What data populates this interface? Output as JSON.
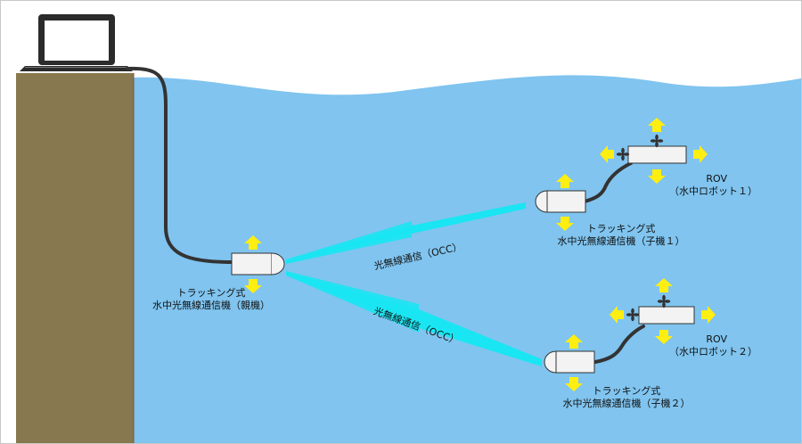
{
  "colors": {
    "water": "#80c4ef",
    "pier": "#87784f",
    "beam": "#19e6f2",
    "arrow": "#ffee11",
    "cable": "#333333",
    "device": "#f3f3f3",
    "frame": "#c8c8c8"
  },
  "icons": {
    "laptop": "laptop-icon",
    "arrow": "arrow-icon",
    "propeller": "propeller-icon"
  },
  "parent_device": {
    "line1": "トラッキング式",
    "line2": "水中光無線通信機（親機）"
  },
  "child_device_1": {
    "line1": "トラッキング式",
    "line2": "水中光無線通信機（子機１）"
  },
  "child_device_2": {
    "line1": "トラッキング式",
    "line2": "水中光無線通信機（子機２）"
  },
  "rov_1": {
    "line1": "ROV",
    "line2": "（水中ロボット１）"
  },
  "rov_2": {
    "line1": "ROV",
    "line2": "（水中ロボット２）"
  },
  "link_1": {
    "label": "光無線通信（OCC）"
  },
  "link_2": {
    "label": "光無線通信（OCC）"
  }
}
